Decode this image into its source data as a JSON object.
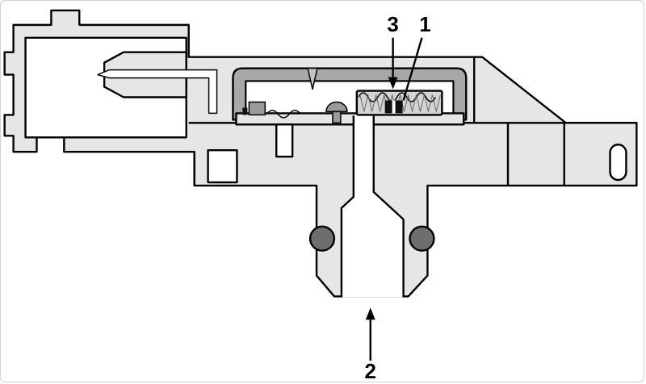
{
  "figure": {
    "type": "technical-cross-section-diagram",
    "callouts": [
      {
        "id": "callout-3",
        "label": "3",
        "points_to": "protective-gel-over-sensing-element"
      },
      {
        "id": "callout-1",
        "label": "1",
        "points_to": "sensor-chip"
      },
      {
        "id": "callout-2",
        "label": "2",
        "points_to": "pressure-port-opening"
      }
    ],
    "colors": {
      "outline": "#000000",
      "body_fill": "#e6e6e6",
      "cover_fill": "#a8a8a8",
      "element_fill": "#d4d4d4",
      "dark_part_fill": "#6e6e6e",
      "cavity_fill": "#ffffff",
      "background": "#ffffff",
      "border": "#cfcfcf"
    }
  }
}
